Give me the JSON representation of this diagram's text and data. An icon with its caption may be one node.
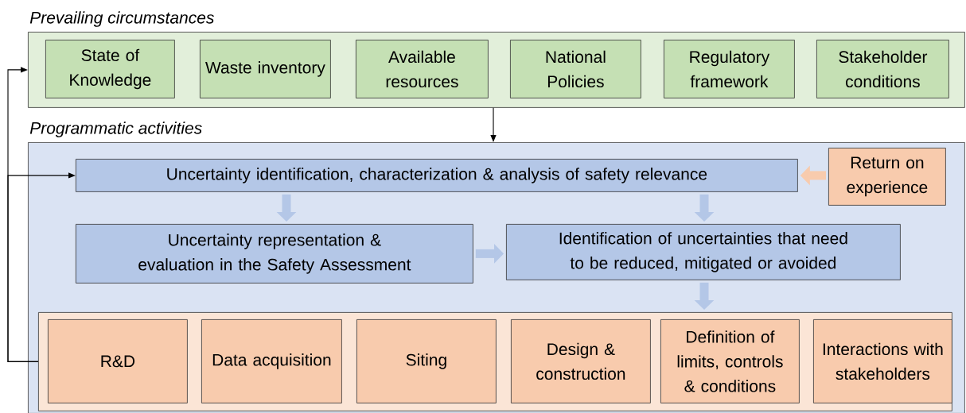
{
  "diagram": {
    "nodes": [
      {
        "text": [
          "Prevailing circumstances"
        ]
      },
      {
        "text": [
          "State of Knowledge"
        ],
        "in": 0
      },
      {
        "text": [
          "Waste inventory"
        ],
        "in": 0
      },
      {
        "text": [
          "Available resources"
        ],
        "in": 0
      },
      {
        "text": [
          "National Policies"
        ],
        "in": 0
      },
      {
        "text": [
          "Regulatory framework"
        ],
        "in": 0
      },
      {
        "text": [
          "Stakeholder conditions"
        ],
        "in": 0
      },
      {
        "text": [
          "Programmatic activities"
        ]
      },
      {
        "text": [
          "Uncertainty identification, characterization & analysis of safety relevance"
        ],
        "in": 7
      },
      {
        "text": [
          "Return on experience"
        ],
        "in": 7
      },
      {
        "text": [
          "Uncertainty representation & evaluation in the Safety Assessment"
        ],
        "in": 7
      },
      {
        "text": [
          "Identification of uncertainties that need to be reduced, mitigated or avoided"
        ],
        "in": 7
      },
      {
        "text": [],
        "shape": "box",
        "in": 7
      },
      {
        "text": [
          "R&D"
        ],
        "in": 12
      },
      {
        "text": [
          "Data acquisition"
        ],
        "in": 12
      },
      {
        "text": [
          "Siting"
        ],
        "in": 12
      },
      {
        "text": [
          "Design & construction"
        ],
        "in": 12
      },
      {
        "text": [
          "Definition of limits, controls & conditions"
        ],
        "in": 12
      },
      {
        "text": [
          "Interactions with stakeholders"
        ],
        "in": 12
      }
    ],
    "edges": [
      {
        "from": 0,
        "to": 7,
        "arrow": "to",
        "color": "#000000"
      },
      {
        "from": 12,
        "to": 0,
        "arrow": "to",
        "color": "#000000"
      },
      {
        "from": 12,
        "to": 8,
        "arrow": "to",
        "color": "#000000"
      },
      {
        "from": 9,
        "to": 8,
        "arrow": "to",
        "color": "#f8cbad"
      },
      {
        "from": 8,
        "to": 10,
        "arrow": "to"
      },
      {
        "from": 8,
        "to": 11,
        "arrow": "to"
      },
      {
        "from": 10,
        "to": 11,
        "arrow": "to"
      },
      {
        "from": 11,
        "to": 12,
        "arrow": "to"
      }
    ]
  }
}
